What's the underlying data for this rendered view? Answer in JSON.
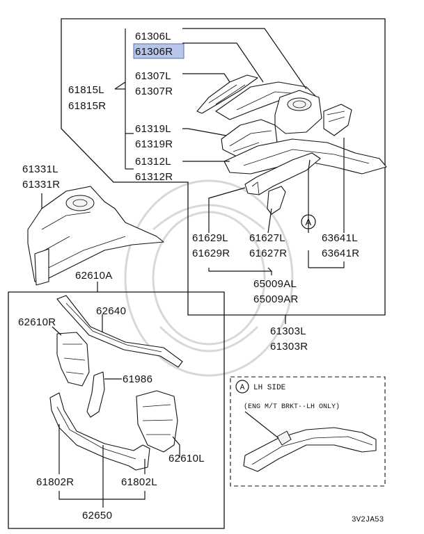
{
  "labels": {
    "p61306L": "61306L",
    "p61306R": "61306R",
    "p61307L": "61307L",
    "p61307R": "61307R",
    "p61815L": "61815L",
    "p61815R": "61815R",
    "p61319L": "61319L",
    "p61319R": "61319R",
    "p61312L": "61312L",
    "p61312R": "61312R",
    "p61331L": "61331L",
    "p61331R": "61331R",
    "p61629L": "61629L",
    "p61629R": "61629R",
    "p61627L": "61627L",
    "p61627R": "61627R",
    "p63641L": "63641L",
    "p63641R": "63641R",
    "p65009AL": "65009AL",
    "p65009AR": "65009AR",
    "p61303L": "61303L",
    "p61303R": "61303R",
    "p62610A": "62610A",
    "p62640": "62640",
    "p62610R": "62610R",
    "p61986": "61986",
    "p62610L": "62610L",
    "p61802R": "61802R",
    "p61802L": "61802L",
    "p62650": "62650"
  },
  "callout": {
    "marker": "A",
    "title": "LH SIDE",
    "note": "(ENG M/T BRKT··LH ONLY)"
  },
  "highlight_color": "#b8c4e8",
  "diagram_code": "3V2JA53"
}
